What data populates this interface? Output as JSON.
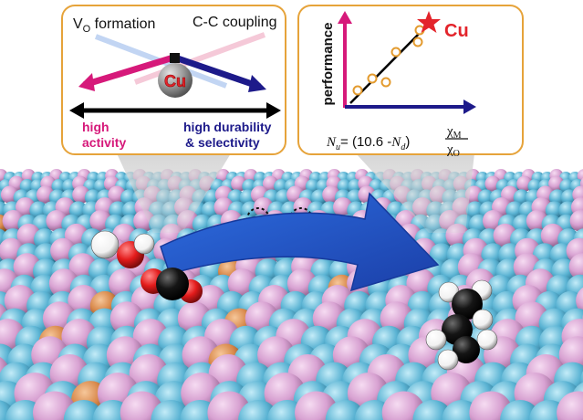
{
  "panel_left": {
    "vo_label_main": "V",
    "vo_label_sub": "O",
    "vo_label_rest": " formation",
    "cc_label": "C-C coupling",
    "cu_label": "Cu",
    "high_activity_line1": "high",
    "high_activity_line2": "activity",
    "high_durability_line1": "high durability",
    "high_durability_line2": "& selectivity"
  },
  "panel_right": {
    "ylabel": "performance",
    "cu_label": "Cu",
    "equation_nu": "N",
    "equation_nu_sub": "u",
    "equation_mid": "= (10.6 -",
    "equation_nd": "N",
    "equation_nd_sub": "d",
    "equation_close": ")",
    "frac_num": "χ",
    "frac_num_sub": "M",
    "frac_den": "χ",
    "frac_den_sub": "O"
  },
  "colors": {
    "panel_border": "#e6a33a",
    "cu_red": "#e3242b",
    "axis_magenta": "#d6197a",
    "axis_navy": "#1d1a8a",
    "arrow_blue": "#2355c8",
    "point_orange": "#e39b2f",
    "atom_pink": "#d9a3d4",
    "atom_blue": "#5bb3d4",
    "atom_orange": "#d9894a"
  }
}
